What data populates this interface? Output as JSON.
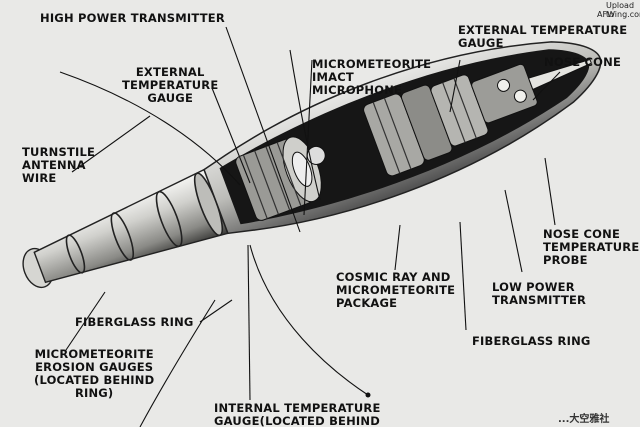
{
  "watermark": {
    "line1": "Upload to",
    "line2": "AFWing.com"
  },
  "corner_stamp": "...大空雅社",
  "labels": [
    {
      "id": "high-power-transmitter",
      "text": "HIGH POWER TRANSMITTER"
    },
    {
      "id": "external-temperature-gauge-left",
      "text": "EXTERNAL\nTEMPERATURE\nGAUGE"
    },
    {
      "id": "micrometeorite-impact-microphone",
      "text": "MICROMETEORITE\nIMACT\nMICROPHONE"
    },
    {
      "id": "external-temperature-gauge-right",
      "text": "EXTERNAL TEMPERATURE\nGAUGE"
    },
    {
      "id": "nose-cone",
      "text": "NOSE CONE"
    },
    {
      "id": "turnstile-antenna-wire",
      "text": "TURNSTILE\nANTENNA\nWIRE"
    },
    {
      "id": "nose-cone-temperature-probe",
      "text": "NOSE CONE\nTEMPERATURE\nPROBE"
    },
    {
      "id": "low-power-transmitter",
      "text": "LOW POWER\nTRANSMITTER"
    },
    {
      "id": "cosmic-ray-package",
      "text": "COSMIC RAY AND\nMICROMETEORITE\nPACKAGE"
    },
    {
      "id": "fiberglass-ring-left",
      "text": "FIBERGLASS RING"
    },
    {
      "id": "fiberglass-ring-right",
      "text": "FIBERGLASS RING"
    },
    {
      "id": "micrometeorite-erosion-gauges",
      "text": "MICROMETEORITE\nEROSION GAUGES\n(LOCATED BEHIND\nRING)"
    },
    {
      "id": "internal-temperature-gauge",
      "text": "INTERNAL TEMPERATURE\nGAUGE(LOCATED BEHIND"
    }
  ]
}
